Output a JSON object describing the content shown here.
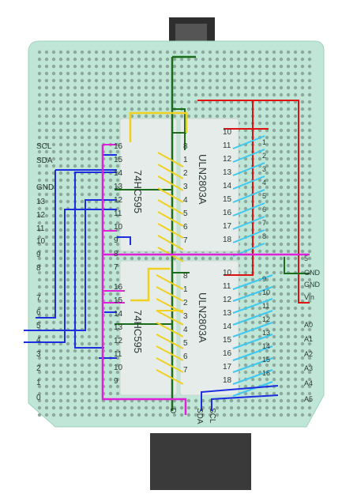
{
  "diagram": {
    "colors": {
      "board": "#bfe6d6",
      "board_edge": "#9fd3be",
      "connector": "#3a3a3a",
      "chip": "#e6ece9",
      "wire_red": "#e01010",
      "wire_green": "#1a6e1a",
      "wire_yellow": "#f0d020",
      "wire_blue": "#1c2ee0",
      "wire_cyan": "#40c8f0",
      "wire_magenta": "#e020d8",
      "label_text": "#2a3a34"
    },
    "left_header_labels": [
      "SCL",
      "SDA",
      "GND",
      "13",
      "12",
      "11",
      "10",
      "9",
      "8",
      "7",
      "6",
      "5",
      "4",
      "3",
      "2",
      "1",
      "0"
    ],
    "right_header_labels": [
      "5",
      "GND",
      "GND",
      "Vin",
      "A0",
      "A1",
      "A2",
      "A3",
      "A4",
      "A5"
    ],
    "chip_top": {
      "name_left": "74HC595",
      "name_right": "ULN2803A",
      "left_pins": [
        "16",
        "15",
        "14",
        "13",
        "12",
        "11",
        "10",
        "9",
        "8",
        "7"
      ],
      "right_pins": [
        "8",
        "1",
        "2",
        "3",
        "4",
        "5",
        "6",
        "7"
      ]
    },
    "chip_bottom": {
      "name_left": "74HC595",
      "name_right": "ULN2803A",
      "left_pins": [
        "16",
        "15",
        "14",
        "13",
        "12",
        "11",
        "10",
        "9"
      ],
      "right_pins": [
        "8",
        "1",
        "2",
        "3",
        "4",
        "5",
        "6",
        "7"
      ]
    },
    "output_top": [
      "10",
      "11",
      "12",
      "13",
      "14",
      "15",
      "16",
      "17",
      "18"
    ],
    "output_top_right": [
      "1",
      "2",
      "3",
      "4",
      "5",
      "6",
      "7",
      "8"
    ],
    "output_bottom": [
      "10",
      "11",
      "12",
      "13",
      "14",
      "15",
      "16",
      "17",
      "18"
    ],
    "output_bottom_right": [
      "9",
      "10",
      "11",
      "12",
      "13",
      "14",
      "15",
      "16"
    ],
    "bottom_labels": [
      "D",
      "SDA",
      "SCL"
    ]
  }
}
